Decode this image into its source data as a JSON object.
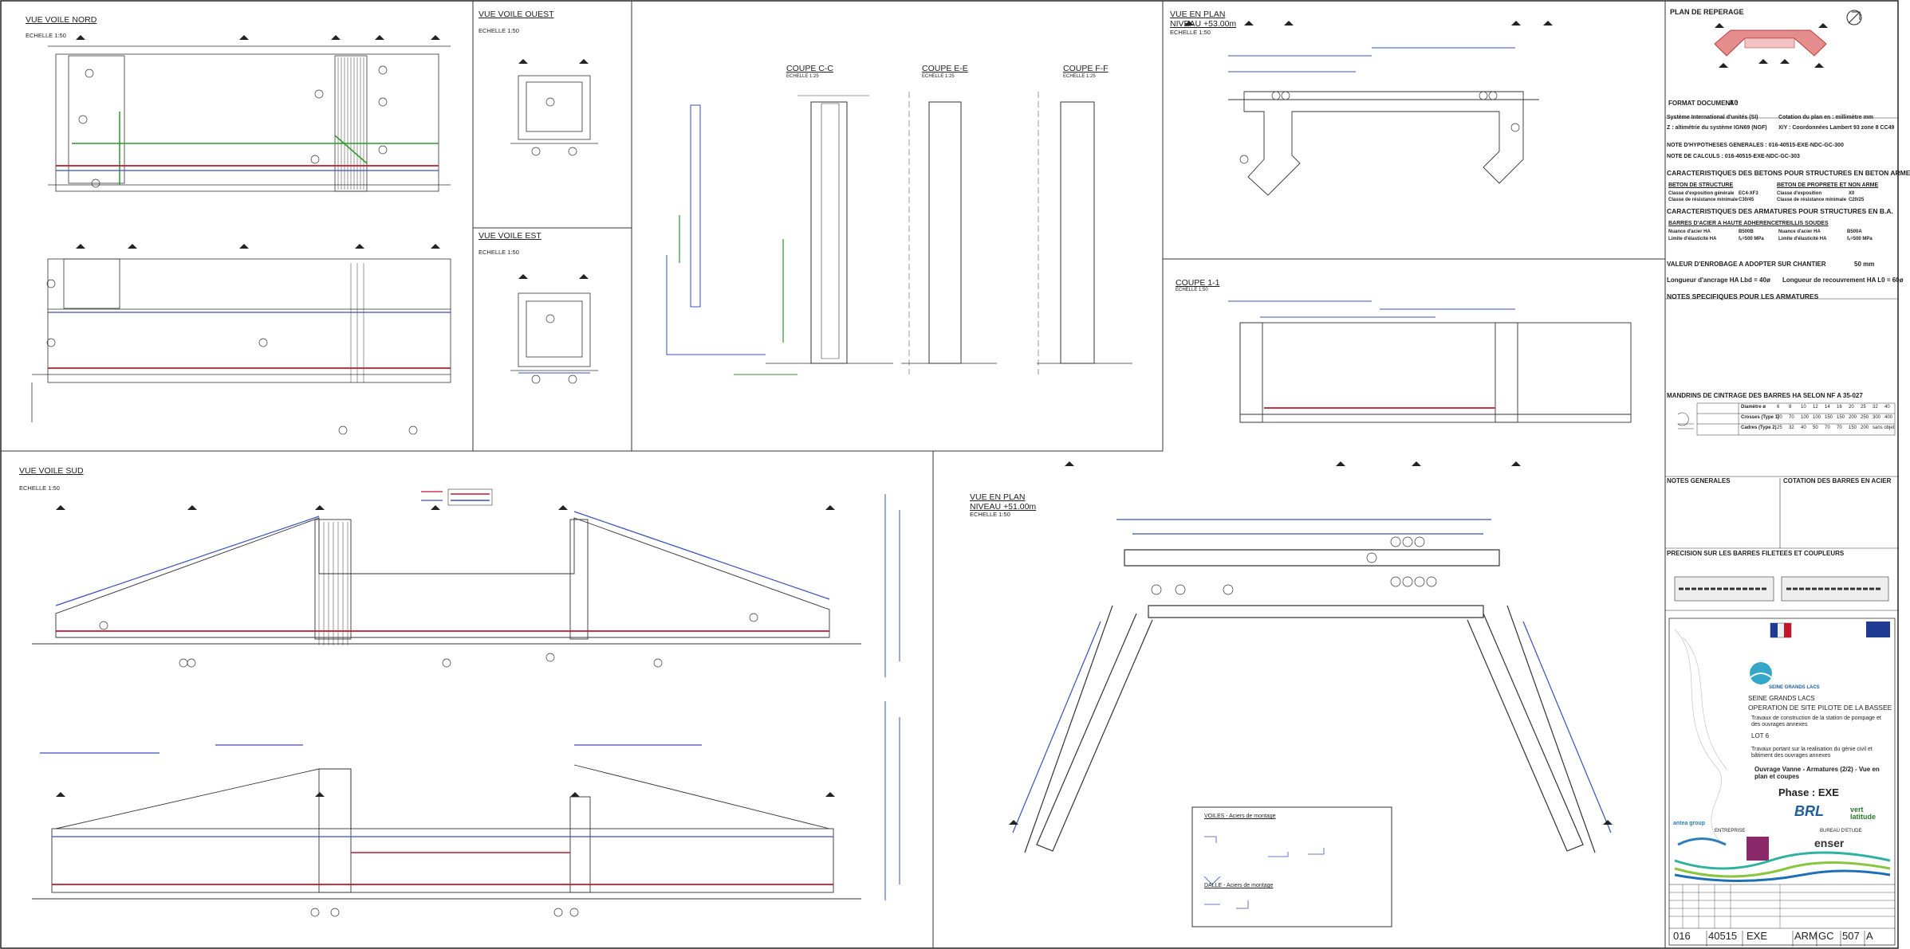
{
  "views": {
    "nord": {
      "title": "VUE VOILE NORD",
      "scale": "ECHELLE 1:50"
    },
    "ouest": {
      "title": "VUE VOILE OUEST",
      "scale": "ECHELLE 1:50"
    },
    "est": {
      "title": "VUE VOILE EST",
      "scale": "ECHELLE 1:50"
    },
    "sud": {
      "title": "VUE VOILE SUD",
      "scale": "ECHELLE 1:50"
    },
    "plan53": {
      "title": "VUE EN PLAN",
      "subtitle": "NIVEAU +53.00m",
      "scale": "ECHELLE 1:50"
    },
    "plan51": {
      "title": "VUE EN PLAN",
      "subtitle": "NIVEAU +51.00m",
      "scale": "ECHELLE 1:50"
    },
    "coupe11": {
      "title": "COUPE 1-1",
      "scale": "ECHELLE 1:50"
    },
    "coupeCC": {
      "title": "COUPE C-C",
      "scale": "ECHELLE 1:25"
    },
    "coupeEE": {
      "title": "COUPE E-E",
      "scale": "ECHELLE 1:25"
    },
    "coupeFF": {
      "title": "COUPE F-F",
      "scale": "ECHELLE 1:25"
    }
  },
  "legend_box": {
    "voiles": "VOILES - Aciers de montage",
    "dalle": "DALLE - Aciers de montage"
  },
  "right_panel": {
    "plan_reperage": "PLAN DE REPERAGE",
    "format_label": "FORMAT DOCUMENT :",
    "format_value": "A0",
    "unites": "Système International d'unités (SI)",
    "cotation": "Cotation du plan en : millimètre mm",
    "altimetrie": "Z : altimétrie du système IGN69 (NGF)",
    "coordonnees": "X/Y : Coordonnées Lambert 93 zone 8 CC49",
    "note_hypotheses": "NOTE D'HYPOTHESES GENERALES : 016-40515-EXE-NDC-GC-300",
    "note_calculs": "NOTE DE CALCULS : 016-40515-EXE-NDC-GC-303",
    "carac_betons": "CARACTERISTIQUES DES BETONS POUR STRUCTURES EN BETON ARME",
    "beton_structure": "BETON DE STRUCTURE",
    "beton_proprete": "BETON DE PROPRETE ET NON ARME",
    "classe_expo_1": "Classe d'exposition générale",
    "classe_expo_1_val": "EC4-XF3",
    "classe_res_1": "Classe de résistance minimale",
    "classe_res_1_val": "C30/45",
    "classe_expo_2": "Classe d'exposition",
    "classe_expo_2_val": "X0",
    "classe_res_2": "Classe de résistance minimale",
    "classe_res_2_val": "C20/25",
    "carac_armatures": "CARACTERISTIQUES DES ARMATURES POUR STRUCTURES EN B.A.",
    "barres_ha": "BARRES D'ACIER A HAUTE ADHERENCE",
    "treillis": "TREILLIS SOUDES",
    "nuance": "Nuance d'acier HA",
    "nuance_val": "B500B",
    "nuance2_val": "B500A",
    "limite": "Limite d'élasticité HA",
    "limite_val": "fₑ=500 MPa",
    "enrobage_label": "VALEUR D'ENROBAGE A ADOPTER SUR CHANTIER",
    "enrobage_value": "50 mm",
    "ancrage": "Longueur d'ancrage HA   Lbd = 40ø",
    "recouvrement": "Longueur de recouvrement  HA L0 = 60ø",
    "notes_armatures": "NOTES SPECIFIQUES POUR LES ARMATURES",
    "mandrins": "MANDRINS DE CINTRAGE DES BARRES HA SELON NF A 35-027",
    "diametre": "Diamètre ø",
    "diam_values": [
      "6",
      "8",
      "10",
      "12",
      "14",
      "16",
      "20",
      "25",
      "32",
      "40"
    ],
    "crosses": "Crosses (Type 1)",
    "crosses_values": [
      "70",
      "70",
      "100",
      "100",
      "150",
      "150",
      "200",
      "250",
      "300",
      "400"
    ],
    "cadres": "Cadres (Type 2)",
    "cadres_values": [
      "25",
      "32",
      "40",
      "50",
      "70",
      "70",
      "150",
      "200",
      "sans objet"
    ],
    "notes_generales": "NOTES GENERALES",
    "cotation_barres": "COTATION DES BARRES EN ACIER",
    "precision_barres": "PRECISION SUR LES BARRES FILETEES ET COUPLEURS",
    "client": "SEINE GRANDS LACS",
    "operation": "OPERATION DE SITE PILOTE DE LA BASSEE",
    "travaux_1": "Travaux de construction de la station de pompage et des ouvrages annexes",
    "lot": "LOT 6",
    "travaux_2": "Travaux portant sur la realisation du génie civil et bâtiment des ouvrages annexes",
    "ouvrage": "Ouvrage Vanne - Armatures (2/2) - Vue en plan et coupes",
    "phase": "Phase : EXE",
    "entreprise": "ENTREPRISE",
    "bureau_etude": "BUREAU D'ETUDE",
    "logo_seine": "SEINE GRANDS LACS",
    "logo_brl": "BRL",
    "logo_vert": "vert latitude",
    "logo_enser": "enser",
    "logo_artelia": "antea group",
    "code_cells": [
      "016",
      "40515",
      "EXE",
      "ARM",
      "GC",
      "507",
      "A"
    ]
  }
}
